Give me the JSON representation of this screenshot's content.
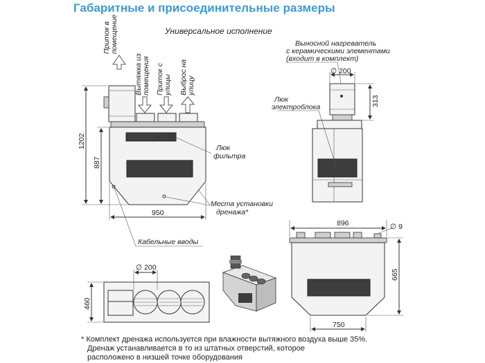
{
  "title": "Габаритные и присоединительные размеры",
  "subtitle": "Универсальное исполнение",
  "arrows": {
    "supply_room": [
      "Приток в",
      "помещение"
    ],
    "exhaust_room": [
      "Вытяжка из",
      "помещения"
    ],
    "supply_street": [
      "Приток с",
      "улицы"
    ],
    "exhaust_street": [
      "Выброс на",
      "улицу"
    ]
  },
  "labels": {
    "filter_hatch": [
      "Люк",
      "фильтра"
    ],
    "drain_places": [
      "Места  установки",
      "дренажа*"
    ],
    "cable_inlets": "Кабельные вводы",
    "heater": [
      "Выносной нагреватель",
      "с керамическими элементами",
      "(входит в комплект)"
    ],
    "electro_hatch": [
      "Люк",
      "электроблока"
    ]
  },
  "dimensions": {
    "front_height_total": "1202",
    "front_height_body": "887",
    "front_width": "950",
    "heater_diameter": "∅ 200",
    "heater_height": "313",
    "side_width": "896",
    "mount_hole": "∅ 9",
    "side_height": "665",
    "side_bottom_width": "750",
    "top_diameter": "∅ 200",
    "top_depth": "460"
  },
  "footnote": [
    "* Комплект дренажа используется при влажности вытяжного воздуха выше 35%.",
    "Дренаж устанавливается в то из штатных отверстий, которое",
    "расположено в низшей точке оборудования"
  ],
  "colors": {
    "title": "#3a9bd5",
    "line": "#333333",
    "panel": "#3d3d3d"
  }
}
